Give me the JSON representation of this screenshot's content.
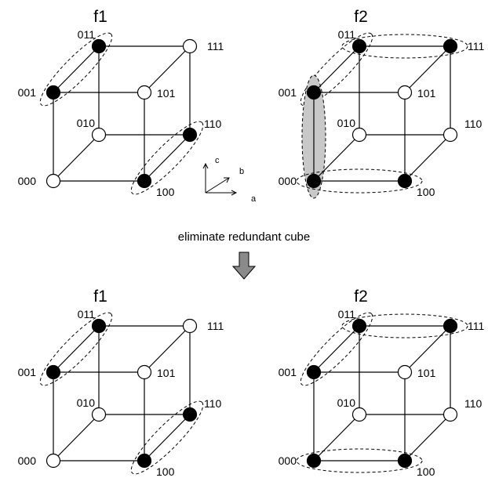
{
  "diagrams": [
    {
      "title": "f1",
      "vertices": {
        "000": "off",
        "001": "on",
        "010": "off",
        "011": "on",
        "100": "on",
        "101": "off",
        "110": "on",
        "111": "off"
      },
      "groups": [
        {
          "members": [
            "001",
            "011"
          ],
          "removed": false
        },
        {
          "members": [
            "100",
            "110"
          ],
          "removed": false
        }
      ]
    },
    {
      "title": "f2",
      "vertices": {
        "000": "on",
        "001": "on",
        "010": "off",
        "011": "on",
        "100": "on",
        "101": "off",
        "110": "off",
        "111": "on"
      },
      "groups": [
        {
          "members": [
            "001",
            "011"
          ],
          "removed": false
        },
        {
          "members": [
            "011",
            "111"
          ],
          "removed": false
        },
        {
          "members": [
            "000",
            "001"
          ],
          "removed": true
        },
        {
          "members": [
            "000",
            "100"
          ],
          "removed": false
        }
      ]
    },
    {
      "title": "f1",
      "vertices": {
        "000": "off",
        "001": "on",
        "010": "off",
        "011": "on",
        "100": "on",
        "101": "off",
        "110": "on",
        "111": "off"
      },
      "groups": [
        {
          "members": [
            "001",
            "011"
          ],
          "removed": false
        },
        {
          "members": [
            "100",
            "110"
          ],
          "removed": false
        }
      ]
    },
    {
      "title": "f2",
      "vertices": {
        "000": "on",
        "001": "on",
        "010": "off",
        "011": "on",
        "100": "on",
        "101": "off",
        "110": "off",
        "111": "on"
      },
      "groups": [
        {
          "members": [
            "001",
            "011"
          ],
          "removed": false
        },
        {
          "members": [
            "011",
            "111"
          ],
          "removed": false
        },
        {
          "members": [
            "000",
            "100"
          ],
          "removed": false
        }
      ]
    }
  ],
  "axes": {
    "a": "a",
    "b": "b",
    "c": "c"
  },
  "caption": "eliminate redundant cube",
  "arrow_icon": "down-arrow-icon"
}
